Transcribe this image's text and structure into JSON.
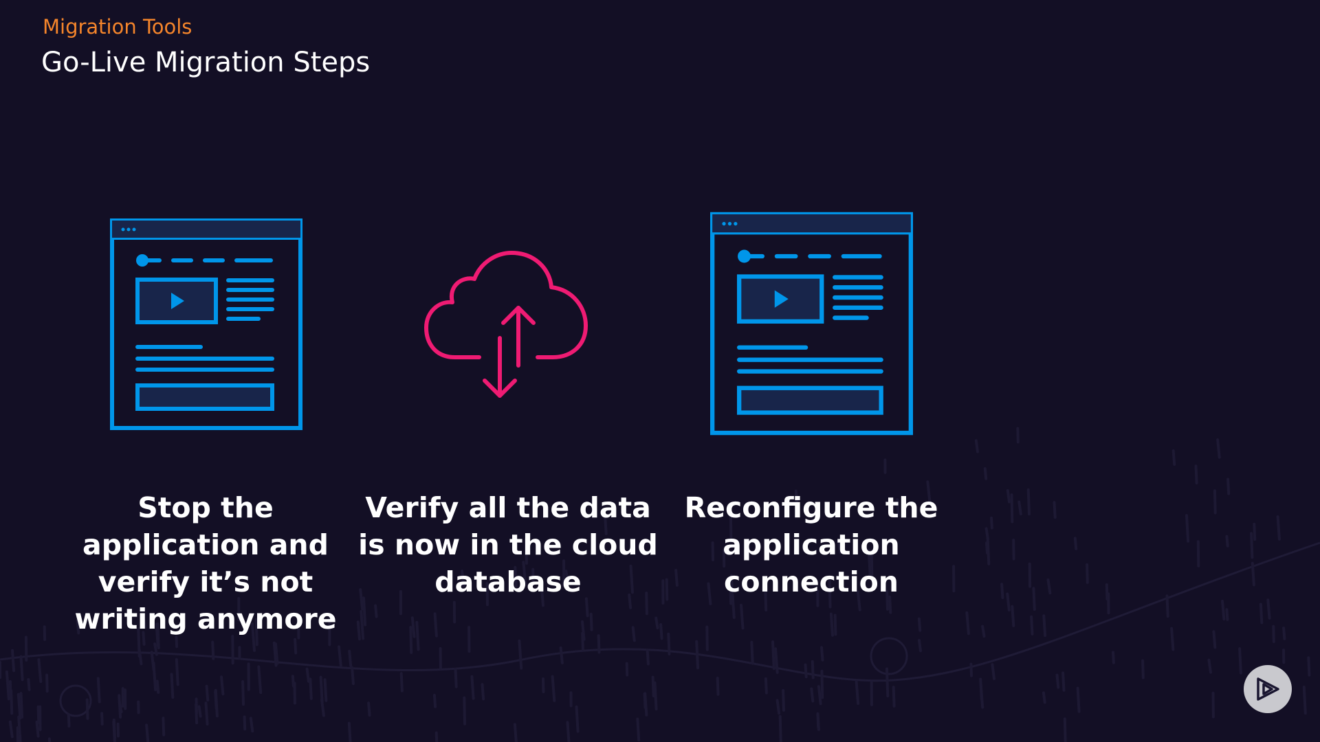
{
  "header": {
    "subtitle": "Migration Tools",
    "title": "Go-Live Migration Steps"
  },
  "steps": [
    {
      "label": "Stop the\napplication and\nverify it’s not\nwriting anymore",
      "icon": "browser-window-icon"
    },
    {
      "label": "Verify all the data\nis now in the cloud\ndatabase",
      "icon": "cloud-sync-icon"
    },
    {
      "label": "Reconfigure the\napplication\nconnection",
      "icon": "browser-window-icon"
    }
  ],
  "colors": {
    "background": "#130f25",
    "subtitle": "#f5852b",
    "title": "#ffffff",
    "icon_blue": "#0096ea",
    "icon_pink": "#ef1b73",
    "play_button": "#c9c9ce"
  },
  "controls": {
    "play_icon": "play-icon"
  }
}
